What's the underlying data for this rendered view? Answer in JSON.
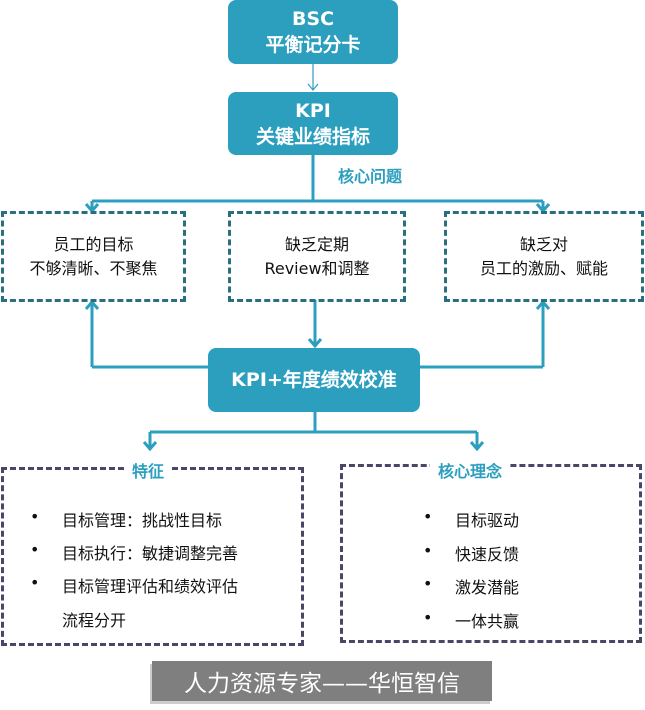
{
  "bsc": {
    "line1": "BSC",
    "line2": "平衡记分卡"
  },
  "kpi": {
    "line1": "KPI",
    "line2": "关键业绩指标"
  },
  "core_issue_label": "核心问题",
  "issues": [
    {
      "line1": "员工的目标",
      "line2": "不够清晰、不聚焦"
    },
    {
      "line1": "缺乏定期",
      "line2": "Review和调整"
    },
    {
      "line1": "缺乏对",
      "line2": "员工的激励、赋能"
    }
  ],
  "calibration": "KPI+年度绩效校准",
  "features": {
    "title": "特征",
    "bullet": "•",
    "items": [
      "目标管理：挑战性目标",
      "目标执行：敏捷调整完善",
      "目标管理评估和绩效评估",
      "流程分开"
    ]
  },
  "principles": {
    "title": "核心理念",
    "bullet": "•",
    "items": [
      "目标驱动",
      "快速反馈",
      "激发潜能",
      "一体共赢"
    ]
  },
  "watermark": "人力资源专家——华恒智信",
  "colors": {
    "teal": "#2c9fbf",
    "dash_teal": "#2a6f7d",
    "dash_purple": "#4a4668"
  }
}
